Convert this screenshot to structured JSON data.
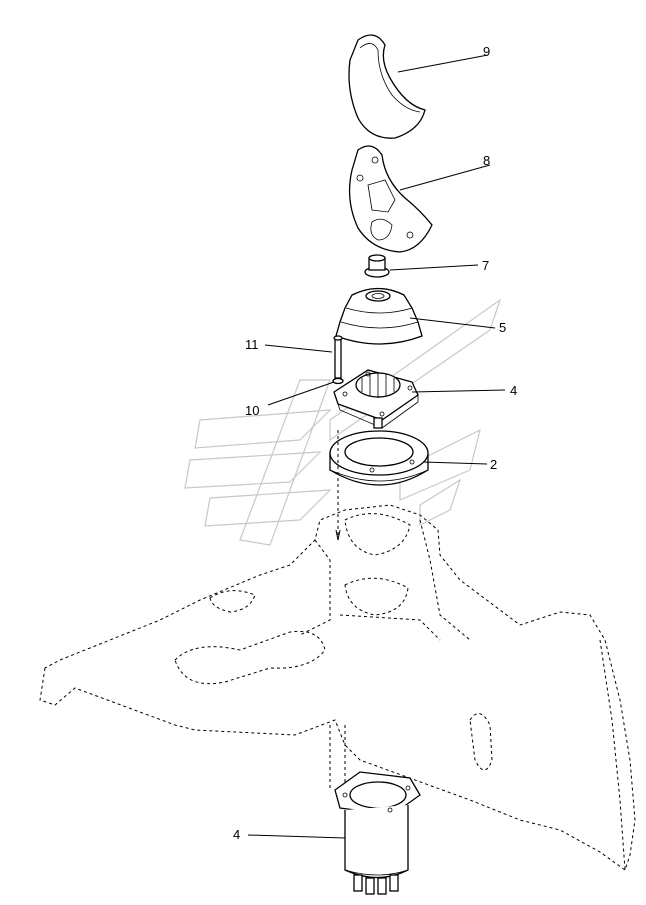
{
  "callouts": {
    "c9": "9",
    "c8": "8",
    "c7": "7",
    "c5": "5",
    "c11": "11",
    "c10": "10",
    "c4a": "4",
    "c2": "2",
    "c4b": "4"
  },
  "icons": {
    "watermark": "dealer-logo-watermark"
  }
}
